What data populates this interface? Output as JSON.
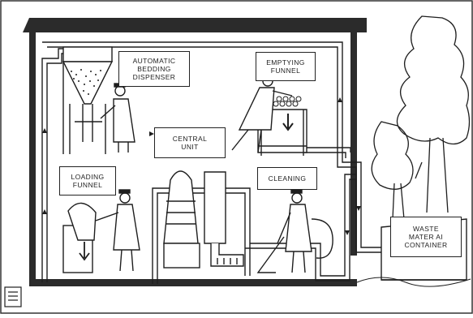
{
  "labels": {
    "automatic_bedding_dispenser": [
      "AUTOMATIC",
      "BEDDING",
      "DISPENSER"
    ],
    "emptying_funnel": [
      "EMPTYING",
      "FUNNEL"
    ],
    "central_unit": [
      "CENTRAL",
      "UNIT"
    ],
    "loading_funnel": [
      "LOADING",
      "FUNNEL"
    ],
    "cleaning": [
      "CLEANING"
    ],
    "waste_material_container": [
      "WASTE",
      "MATER AI",
      "CONTAINER"
    ]
  },
  "colors": {
    "ink": "#1e1e1e",
    "paper": "#ffffff",
    "wall": "#2b2b2b"
  }
}
